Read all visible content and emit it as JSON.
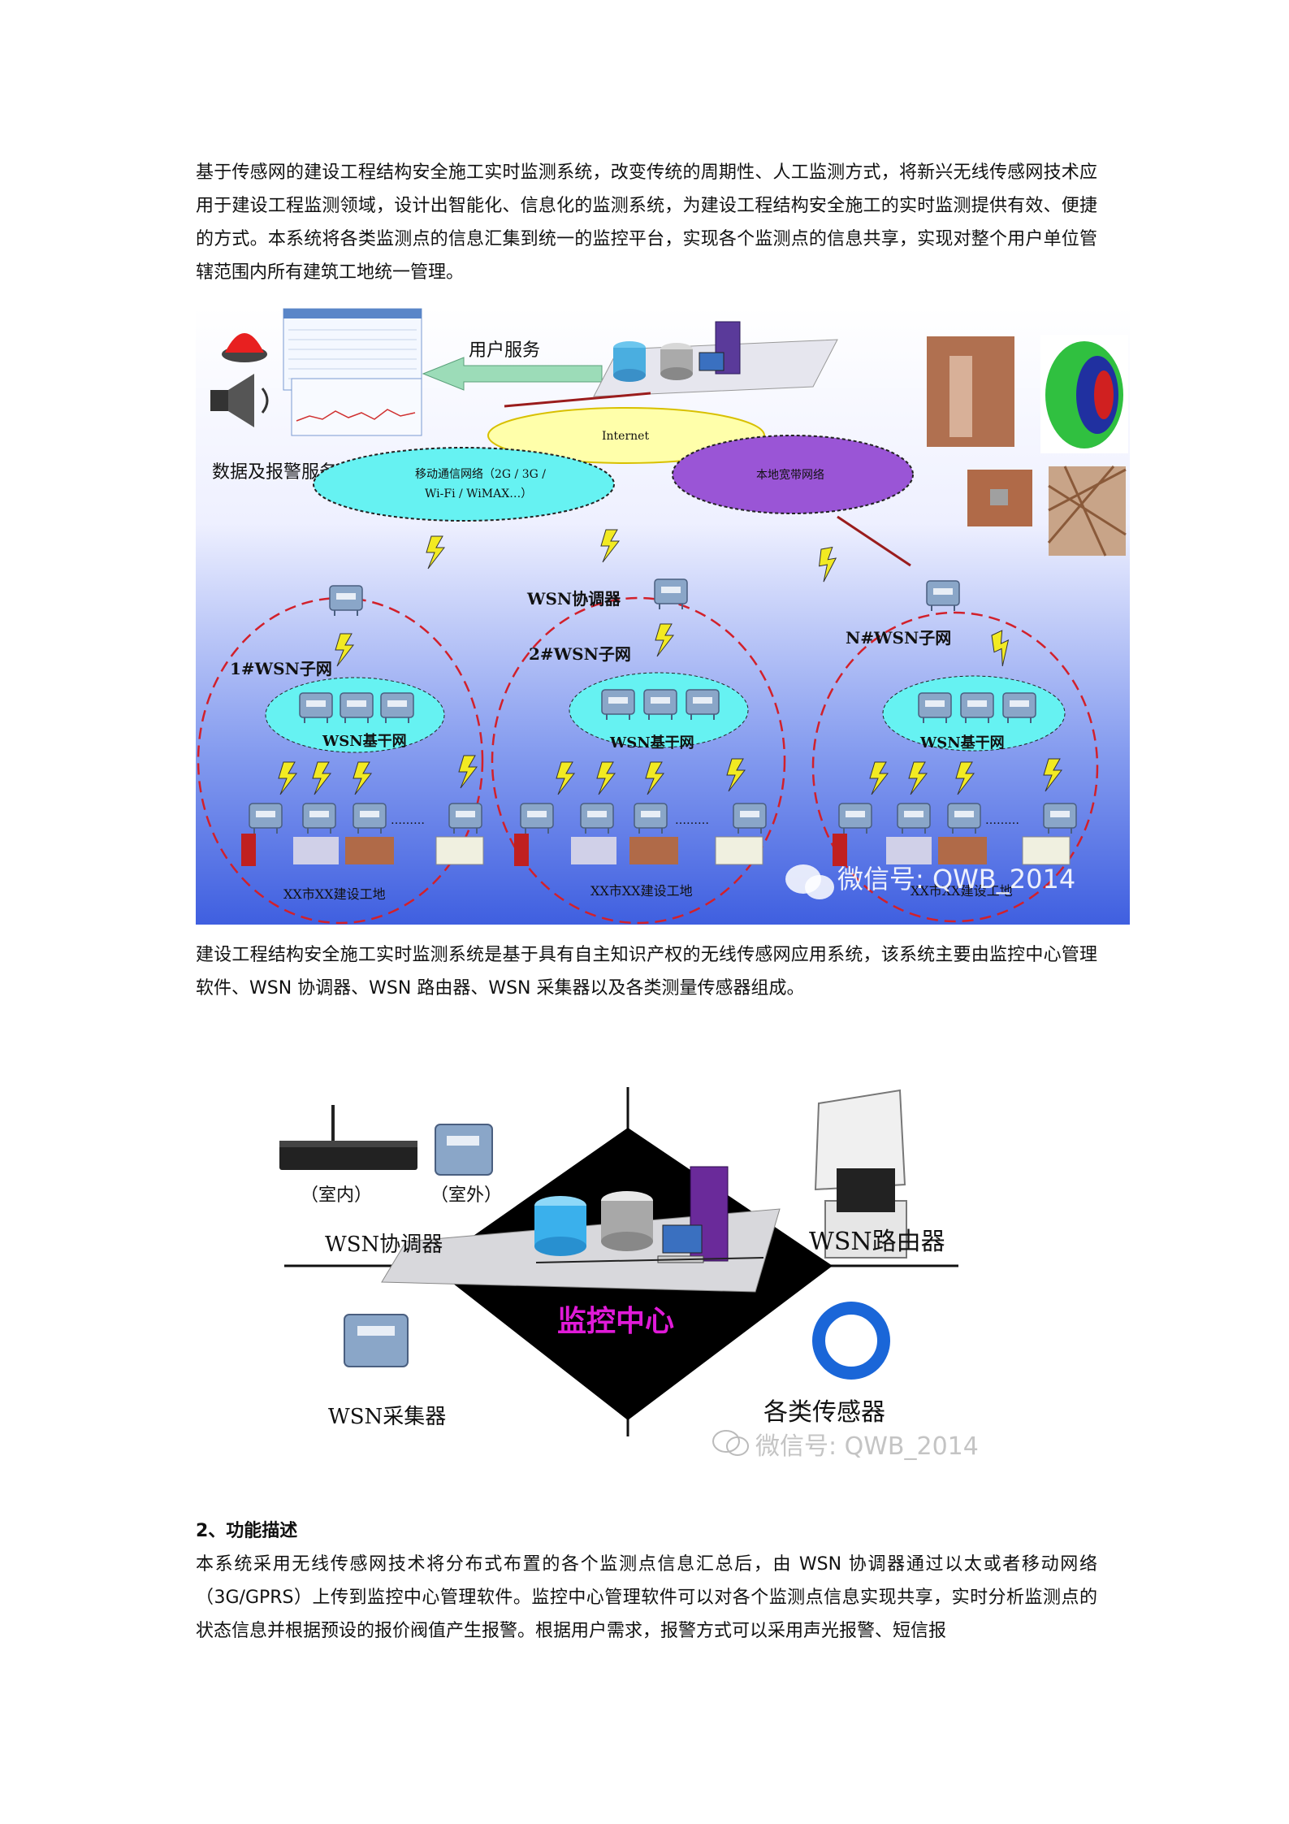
{
  "intro": {
    "text": "基于传感网的建设工程结构安全施工实时监测系统，改变传统的周期性、人工监测方式，将新兴无线传感网技术应用于建设工程监测领域，设计出智能化、信息化的监测系统，为建设工程结构安全施工的实时监测提供有效、便捷的方式。本系统将各类监测点的信息汇集到统一的监控平台，实现各个监测点的信息共享，实现对整个用户单位管辖范围内所有建筑工地统一管理。"
  },
  "figure1": {
    "user_service": "用户服务",
    "data_alarm_service": "数据及报警服务",
    "internet": "Internet",
    "mobile_network": "移动通信网络（2G / 3G /",
    "mobile_network_2": "Wi-Fi / WiMAX…）",
    "local_broadband": "本地宽带网络",
    "coordinator": "WSN协调器",
    "subnets": [
      "1#WSN子网",
      "2#WSN子网",
      "N#WSN子网"
    ],
    "backbone": "WSN基干网",
    "sites": [
      "XX市XX建设工地",
      "XX市XX建设工地",
      "XX市XX建设工地"
    ],
    "watermark": "微信号: QWB_2014"
  },
  "para2": {
    "text": "建设工程结构安全施工实时监测系统是基于具有自主知识产权的无线传感网应用系统，该系统主要由监控中心管理软件、WSN 协调器、WSN 路由器、WSN 采集器以及各类测量传感器组成。"
  },
  "figure2": {
    "indoor": "（室内）",
    "outdoor": "（室外）",
    "coordinator": "WSN协调器",
    "router": "WSN路由器",
    "center": "监控中心",
    "collector": "WSN采集器",
    "sensors": "各类传感器",
    "watermark": "微信号: QWB_2014"
  },
  "section2": {
    "heading": "2、功能描述",
    "text": "本系统采用无线传感网技术将分布式布置的各个监测点信息汇总后，由 WSN 协调器通过以太或者移动网络（3G/GPRS）上传到监控中心管理软件。监控中心管理软件可以对各个监测点信息实现共享，实时分析监测点的状态信息并根据预设的报价阀值产生报警。根据用户需求，报警方式可以采用声光报警、短信报"
  },
  "colors": {
    "fig1_bg_top": "#ffffff",
    "fig1_bg_bottom": "#3f5fe0",
    "cloud_cyan": "#66f2f2",
    "cloud_purple": "#9a55d6",
    "circle_red": "#d2202a",
    "center_magenta": "#e01ad8"
  }
}
